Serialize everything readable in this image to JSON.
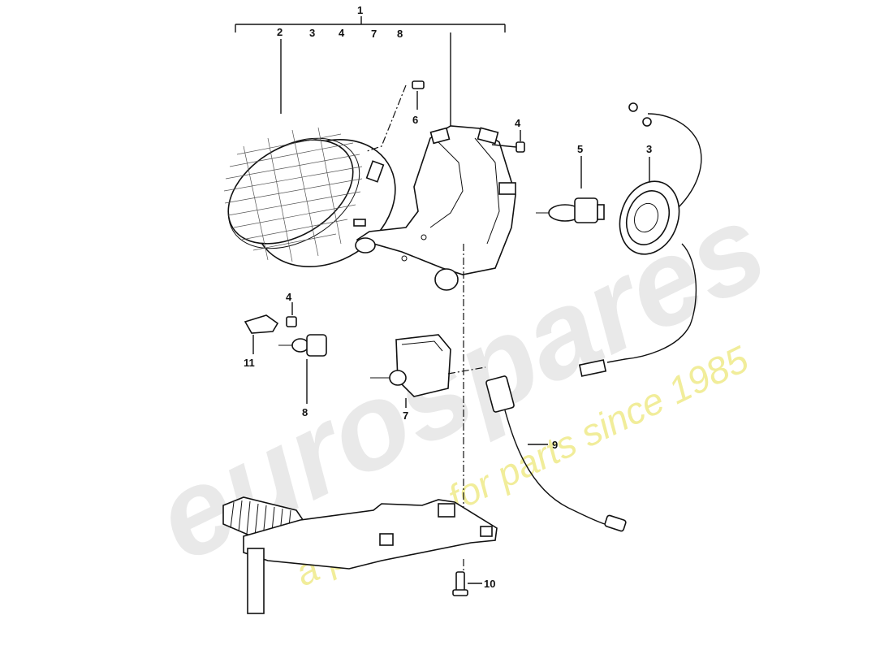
{
  "watermark": {
    "brand": "eurospares",
    "tagline": "a passion for parts since 1985"
  },
  "callouts": {
    "group_1": "1",
    "sub_2": "2",
    "sub_3": "3",
    "sub_4": "4",
    "sub_7": "7",
    "sub_8": "8",
    "c3": "3",
    "c4a": "4",
    "c4b": "4",
    "c5": "5",
    "c6": "6",
    "c7": "7",
    "c8": "8",
    "c9": "9",
    "c10": "10",
    "c11": "11"
  },
  "colors": {
    "line": "#111111",
    "watermark_grey": "#e9e9e9",
    "watermark_yellow": "#f1ed9a"
  }
}
